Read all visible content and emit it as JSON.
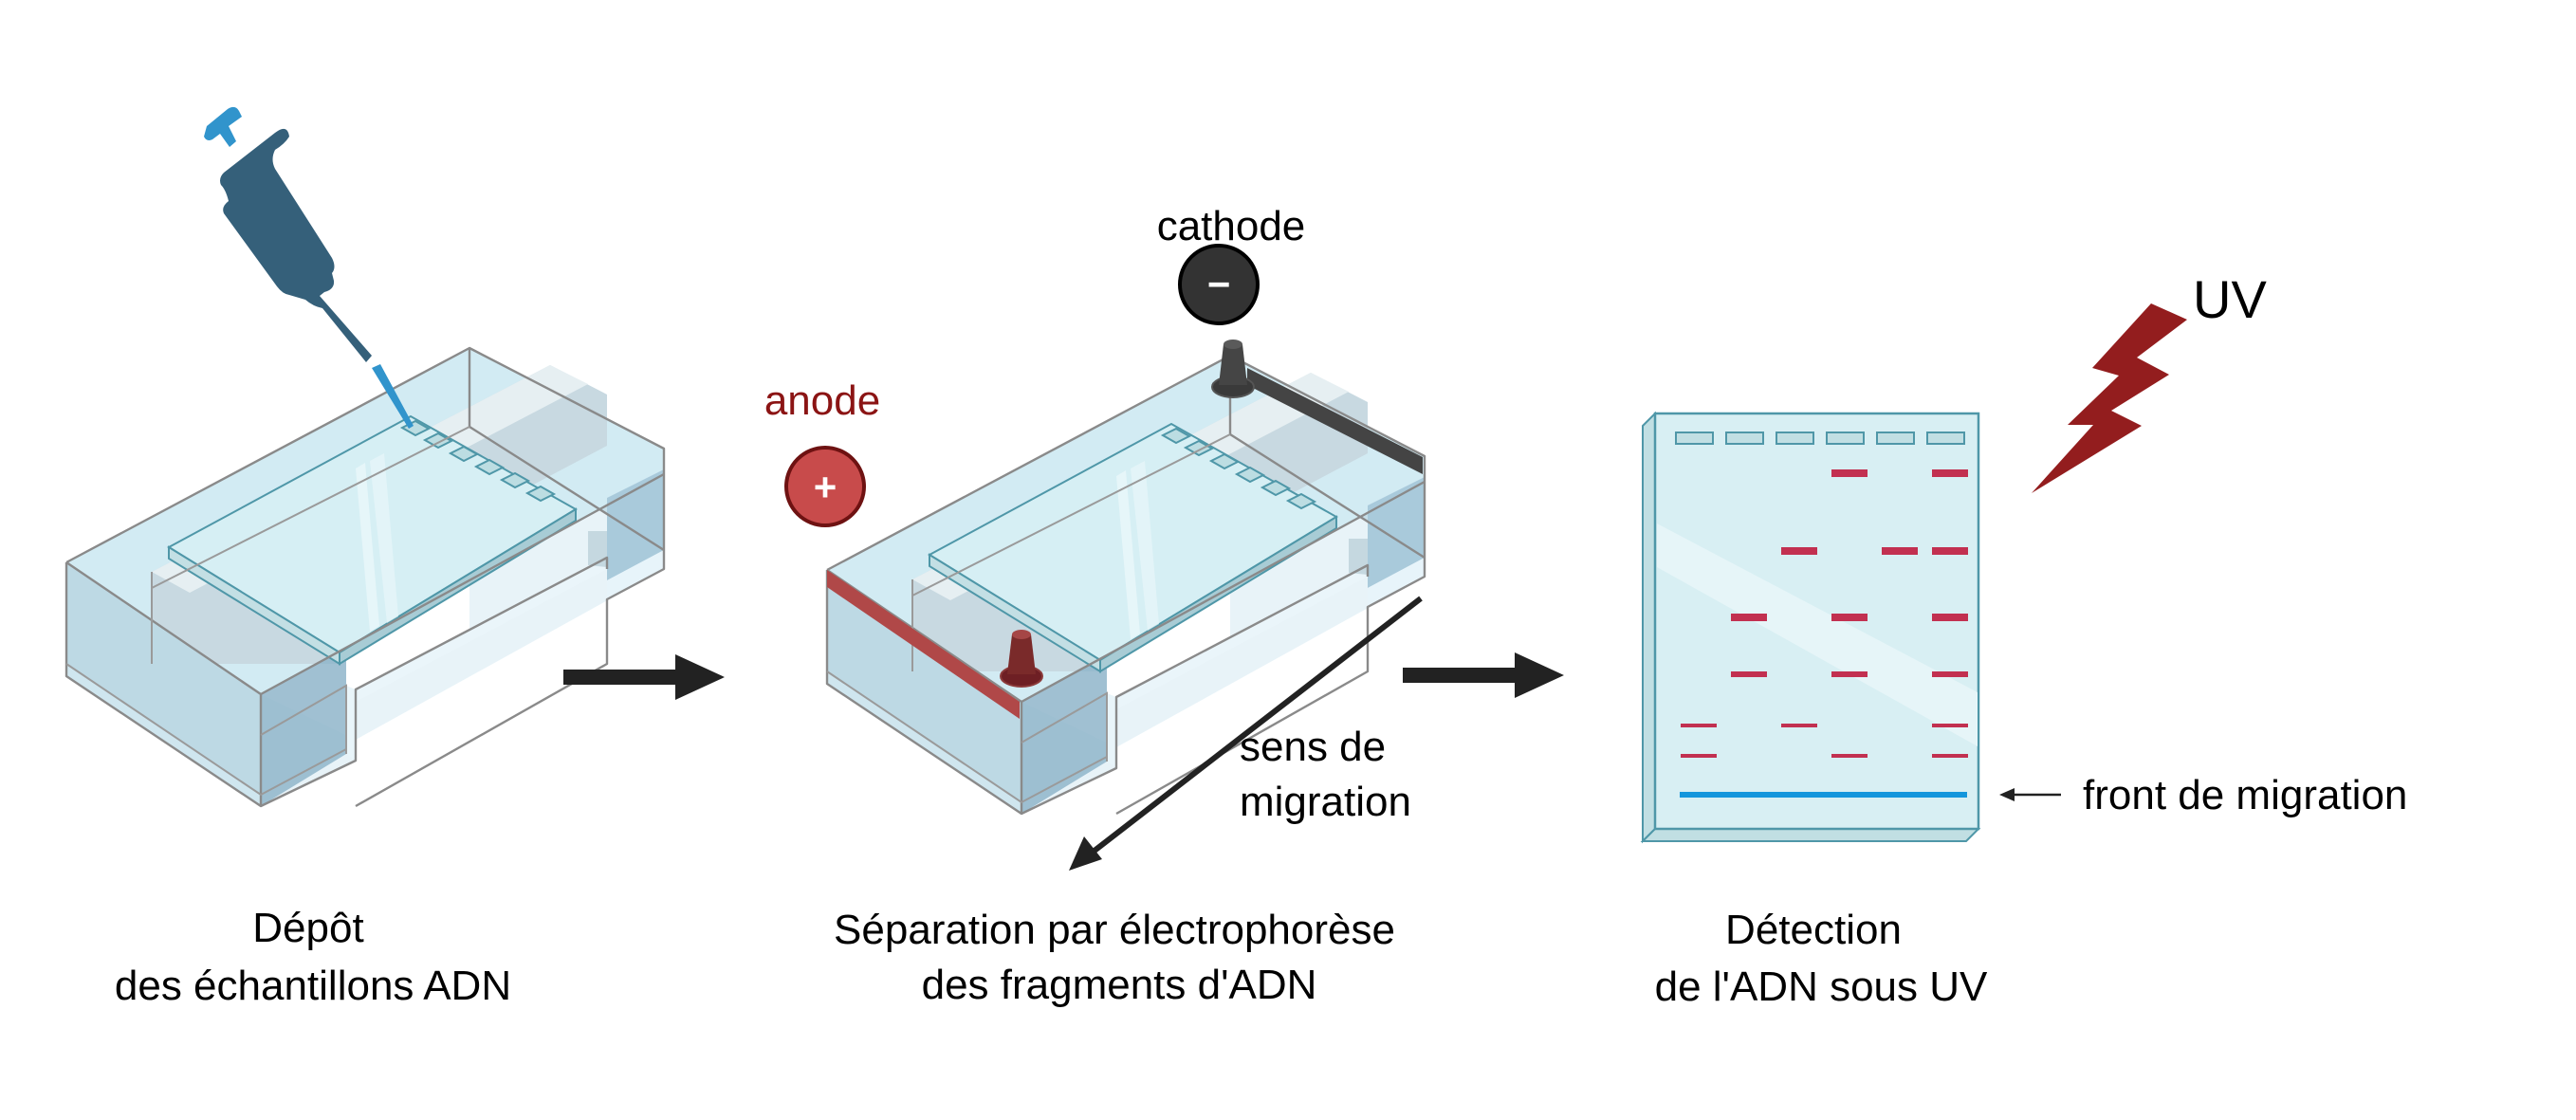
{
  "steps": [
    {
      "id": "deposit",
      "caption_line1": "Dépôt",
      "caption_line2": "des échantillons ADN"
    },
    {
      "id": "separation",
      "caption_line1": "Séparation  par électrophorèse",
      "caption_line2": "des fragments d'ADN",
      "anode_label": "anode",
      "anode_symbol": "+",
      "cathode_label": "cathode",
      "cathode_symbol": "−",
      "migration_label_line1": "sens de",
      "migration_label_line2": "migration"
    },
    {
      "id": "detection",
      "caption_line1": "Détection",
      "caption_line2": "de l'ADN sous UV",
      "uv_label": "UV",
      "front_label": "front de migration"
    }
  ],
  "gel": {
    "lanes": 6,
    "bands": [
      {
        "lane": 4,
        "row": 1,
        "weight": "thick"
      },
      {
        "lane": 6,
        "row": 1,
        "weight": "thick"
      },
      {
        "lane": 3,
        "row": 2,
        "weight": "thick"
      },
      {
        "lane": 5,
        "row": 2,
        "weight": "thick"
      },
      {
        "lane": 6,
        "row": 2,
        "weight": "thick"
      },
      {
        "lane": 2,
        "row": 3,
        "weight": "thick"
      },
      {
        "lane": 4,
        "row": 3,
        "weight": "thick"
      },
      {
        "lane": 6,
        "row": 3,
        "weight": "thick"
      },
      {
        "lane": 2,
        "row": 4,
        "weight": "medium"
      },
      {
        "lane": 4,
        "row": 4,
        "weight": "medium"
      },
      {
        "lane": 6,
        "row": 4,
        "weight": "medium"
      },
      {
        "lane": 1,
        "row": 5,
        "weight": "thin"
      },
      {
        "lane": 3,
        "row": 5,
        "weight": "thin"
      },
      {
        "lane": 6,
        "row": 5,
        "weight": "thin"
      },
      {
        "lane": 1,
        "row": 6,
        "weight": "thin"
      },
      {
        "lane": 4,
        "row": 6,
        "weight": "thin"
      },
      {
        "lane": 6,
        "row": 6,
        "weight": "thin"
      }
    ]
  },
  "icons": {
    "pipette": "pipette-icon",
    "flow_arrow": "arrow-right-icon",
    "lightning": "lightning-icon",
    "anode": "plus-circle-icon",
    "cathode": "minus-circle-icon"
  },
  "colors": {
    "anode_text": "#8b1414",
    "anode_fill": "#c84b4b",
    "anode_stroke": "#6e1212",
    "cathode_fill": "#333333",
    "band": "#c23050",
    "front_line": "#1496dc",
    "lightning": "#931d1e",
    "pipette_body": "#35607a",
    "pipette_tip": "#3194cc",
    "gel_fill": "#d8eff3",
    "gel_stroke": "#4f97a8"
  }
}
